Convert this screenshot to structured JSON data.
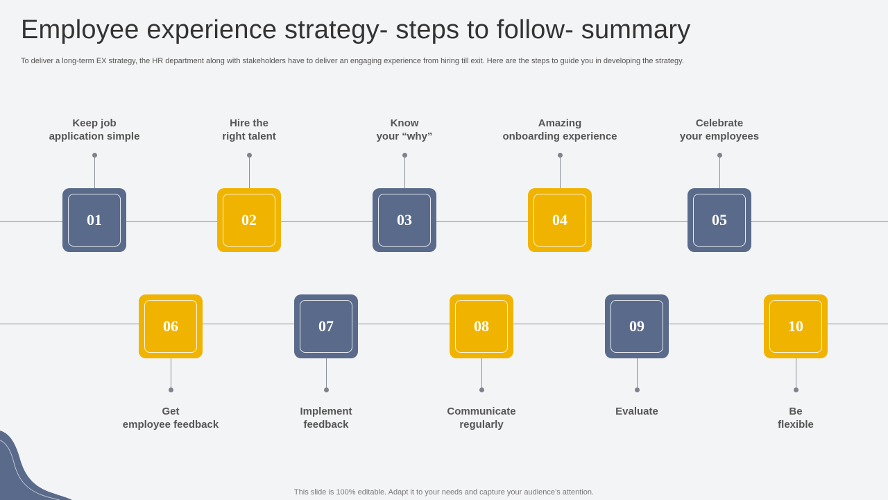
{
  "title": "Employee experience strategy- steps to follow- summary",
  "subtitle": "To deliver a long-term EX strategy, the HR department along with stakeholders have to deliver an engaging experience from hiring till exit. Here are the steps to guide you in developing the strategy.",
  "footer": "This slide is 100% editable. Adapt it to your needs and capture your audience’s attention.",
  "colors": {
    "slate": "#5a6a8a",
    "gold": "#f0b400",
    "background": "#f3f4f6"
  },
  "steps": [
    {
      "number": "01",
      "line1": "Keep job",
      "line2": "application simple",
      "color": "slate"
    },
    {
      "number": "02",
      "line1": "Hire the",
      "line2": "right talent",
      "color": "gold"
    },
    {
      "number": "03",
      "line1": "Know",
      "line2": "your “why”",
      "color": "slate"
    },
    {
      "number": "04",
      "line1": "Amazing",
      "line2": "onboarding experience",
      "color": "gold"
    },
    {
      "number": "05",
      "line1": "Celebrate",
      "line2": "your employees",
      "color": "slate"
    },
    {
      "number": "06",
      "line1": "Get",
      "line2": "employee feedback",
      "color": "gold"
    },
    {
      "number": "07",
      "line1": "Implement",
      "line2": "feedback",
      "color": "slate"
    },
    {
      "number": "08",
      "line1": "Communicate",
      "line2": "regularly",
      "color": "gold"
    },
    {
      "number": "09",
      "line1": "Evaluate",
      "line2": "",
      "color": "slate"
    },
    {
      "number": "10",
      "line1": "Be",
      "line2": "flexible",
      "color": "gold"
    }
  ]
}
